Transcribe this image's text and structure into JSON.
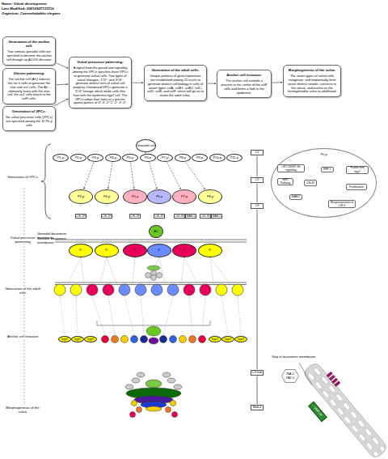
{
  "diagram": {
    "nodes": [
      {
        "text": [
          "Generation of the anchor cell:",
          "Two somatic gonadal cells are specified to become the anchor cell through an AC/UV decision."
        ]
      },
      {
        "text": [
          "Uterine patterning:",
          "The anchor cell (AC) induces the six π cells to generate the utse and uv1 cells. The AC ultimately fuses with the utse cell, the uv1 cells attach to the vulF cells."
        ]
      },
      {
        "text": [
          "Generation of VPCs:",
          "Six vulval precursor cells (VPCs) are specified among the 11 Pn.p cells"
        ]
      },
      {
        "text": [
          "Vulval precursor patterning:",
          "A signal from the gonad and signaling among the VPCs specifies three VPCs to generate vulval cells. Two types of vulval lineages, 1°/2°, and 3°/4°, generate distinct sets of vulval cell progeny. Uninduced VPCs generate a 3°/4° lineage which make cells that fuse with the epidermis hyp7 cell. The VPCs adopt their fates in a precise spatial pattern of 3°-3°-2°-1°-2°-3°-3°."
        ]
      },
      {
        "text": [
          "Generation of the adult cells:",
          "Unique patterns of gene expression are established among 22 nuclei to generate distinct cell biology in cells of seven types vulA, vulB1, vulB2, vulC, vulD, vulE, and vulF, which will go on to make the adult vulva."
        ]
      },
      {
        "text": [
          "Anchor cell invasion:",
          "The anchor cell extends a process to the center of the vulF cells and forms a hole in the epidermis."
        ]
      },
      {
        "text": [
          "Morphogenesis of the vulva:",
          "The seven types of vulval cells invaginate, and sequentially form seven distinct toroids, connects to the uterus, and evolve as the hermaphrodite vulva to adulthood."
        ]
      },
      {
        "text": [
          "Gonadal cell"
        ]
      },
      {
        "text": [
          "P1.p"
        ]
      },
      {
        "text": [
          "P2.p"
        ]
      },
      {
        "text": [
          "P3.p"
        ]
      },
      {
        "text": [
          "P4.p"
        ]
      },
      {
        "text": [
          "P5.p"
        ]
      },
      {
        "text": [
          "P6.p"
        ]
      },
      {
        "text": [
          "P7.p"
        ]
      },
      {
        "text": [
          "P8.p"
        ]
      },
      {
        "text": [
          "P9.p"
        ]
      },
      {
        "text": [
          "P10.p"
        ]
      },
      {
        "text": [
          "P11.p"
        ]
      },
      {
        "text": [
          "P3.p"
        ]
      },
      {
        "text": [
          "P4.p"
        ]
      },
      {
        "text": [
          "P5.p"
        ]
      },
      {
        "text": [
          "P6.p"
        ]
      },
      {
        "text": [
          "P7.p"
        ]
      },
      {
        "text": [
          "P8.p"
        ]
      },
      {
        "text": [
          "LIN-39"
        ]
      },
      {
        "text": [
          "LIN-39"
        ]
      },
      {
        "text": [
          "LIN-39"
        ]
      },
      {
        "text": [
          "LIN-39"
        ]
      },
      {
        "text": [
          "LIN-39"
        ]
      },
      {
        "text": [
          "MAB-5"
        ]
      },
      {
        "text": [
          "LIN-39"
        ]
      },
      {
        "text": [
          "MAB-5"
        ]
      },
      {
        "text": [
          "AC"
        ]
      },
      {
        "text": [
          "3°"
        ]
      },
      {
        "text": [
          "3°"
        ]
      },
      {
        "text": [
          "2°"
        ]
      },
      {
        "text": [
          "1°"
        ]
      },
      {
        "text": [
          "2°"
        ]
      },
      {
        "text": [
          "3°"
        ]
      },
      {
        "text": [
          "hyp7"
        ]
      },
      {
        "text": [
          "hyp7"
        ]
      },
      {
        "text": [
          "hyp7"
        ]
      },
      {
        "text": [
          "hyp7"
        ]
      },
      {
        "text": [
          "hyp7"
        ]
      },
      {
        "text": [
          "hyp7"
        ]
      },
      {
        "text": [
          "L1"
        ]
      },
      {
        "text": [
          "L2"
        ]
      },
      {
        "text": [
          "L3"
        ]
      },
      {
        "text": [
          "L3 mid"
        ]
      },
      {
        "text": [
          "MidL4"
        ]
      },
      {
        "text": [
          "Pn.p"
        ]
      },
      {
        "text": [
          "LET-23/LET-60 signaling"
        ],
        "in": 51
      },
      {
        "text": [
          "EFF-1"
        ],
        "in": 51
      },
      {
        "text": [
          "Fusion with hyp7"
        ],
        "in": 51
      },
      {
        "text": [
          "WNT Pathway"
        ],
        "in": 51
      },
      {
        "text": [
          "LIN-39"
        ],
        "in": 51
      },
      {
        "text": [
          "Proliferation"
        ],
        "in": 51
      },
      {
        "text": [
          "MAB-5"
        ],
        "in": 51
      },
      {
        "text": [
          "Responsiveness to LIN-3"
        ],
        "in": 51
      },
      {
        "text": [
          "INA-1",
          "PAT-4"
        ]
      },
      {
        "text": [
          "VAB-19"
        ]
      }
    ],
    "edges": [
      {
        "from": 0,
        "to": 3,
        "arrow": "to"
      },
      {
        "from": 1,
        "to": 3,
        "arrow": "to"
      },
      {
        "from": 2,
        "to": 3,
        "arrow": "to"
      },
      {
        "from": 3,
        "to": 4,
        "arrow": "to"
      },
      {
        "from": 4,
        "to": 5,
        "arrow": "to"
      },
      {
        "from": 5,
        "to": 6,
        "arrow": "to"
      },
      {
        "from": 10,
        "to": 19,
        "arrow": "to"
      },
      {
        "from": 11,
        "to": 20,
        "arrow": "to"
      },
      {
        "from": 12,
        "to": 21,
        "arrow": "to"
      },
      {
        "from": 13,
        "to": 22,
        "arrow": "to"
      },
      {
        "from": 14,
        "to": 23,
        "arrow": "to"
      },
      {
        "from": 15,
        "to": 24,
        "arrow": "to"
      },
      {
        "from": 46,
        "to": 47,
        "arrow": "none"
      },
      {
        "from": 47,
        "to": 48,
        "arrow": "none"
      },
      {
        "from": 48,
        "to": 49,
        "arrow": "none"
      },
      {
        "from": 49,
        "to": 50,
        "arrow": "none"
      },
      {
        "from": 52,
        "to": 56,
        "arrow": "to"
      },
      {
        "from": 55,
        "to": 56,
        "arrow": "to"
      },
      {
        "from": 56,
        "to": 53,
        "arrow": "to"
      },
      {
        "from": 53,
        "to": 54,
        "arrow": "to"
      },
      {
        "from": 56,
        "to": 57,
        "arrow": "to"
      },
      {
        "from": 56,
        "to": 59,
        "arrow": "to"
      },
      {
        "from": 58,
        "to": 56,
        "arrow": "to"
      }
    ],
    "labels": [
      "Name: Vulval development",
      "Last Modified: 20210927131116",
      "Organism: Caenorhabditis elegans",
      "Generation of VPCs",
      "Vulval precursor patterning",
      "Generation of the adult cells",
      "Anchor cell invasion",
      "Morphogenesis of the vulva",
      "Gonadal basement membrane",
      "Somatic basement membrane",
      "Gap in basement membrane"
    ]
  }
}
